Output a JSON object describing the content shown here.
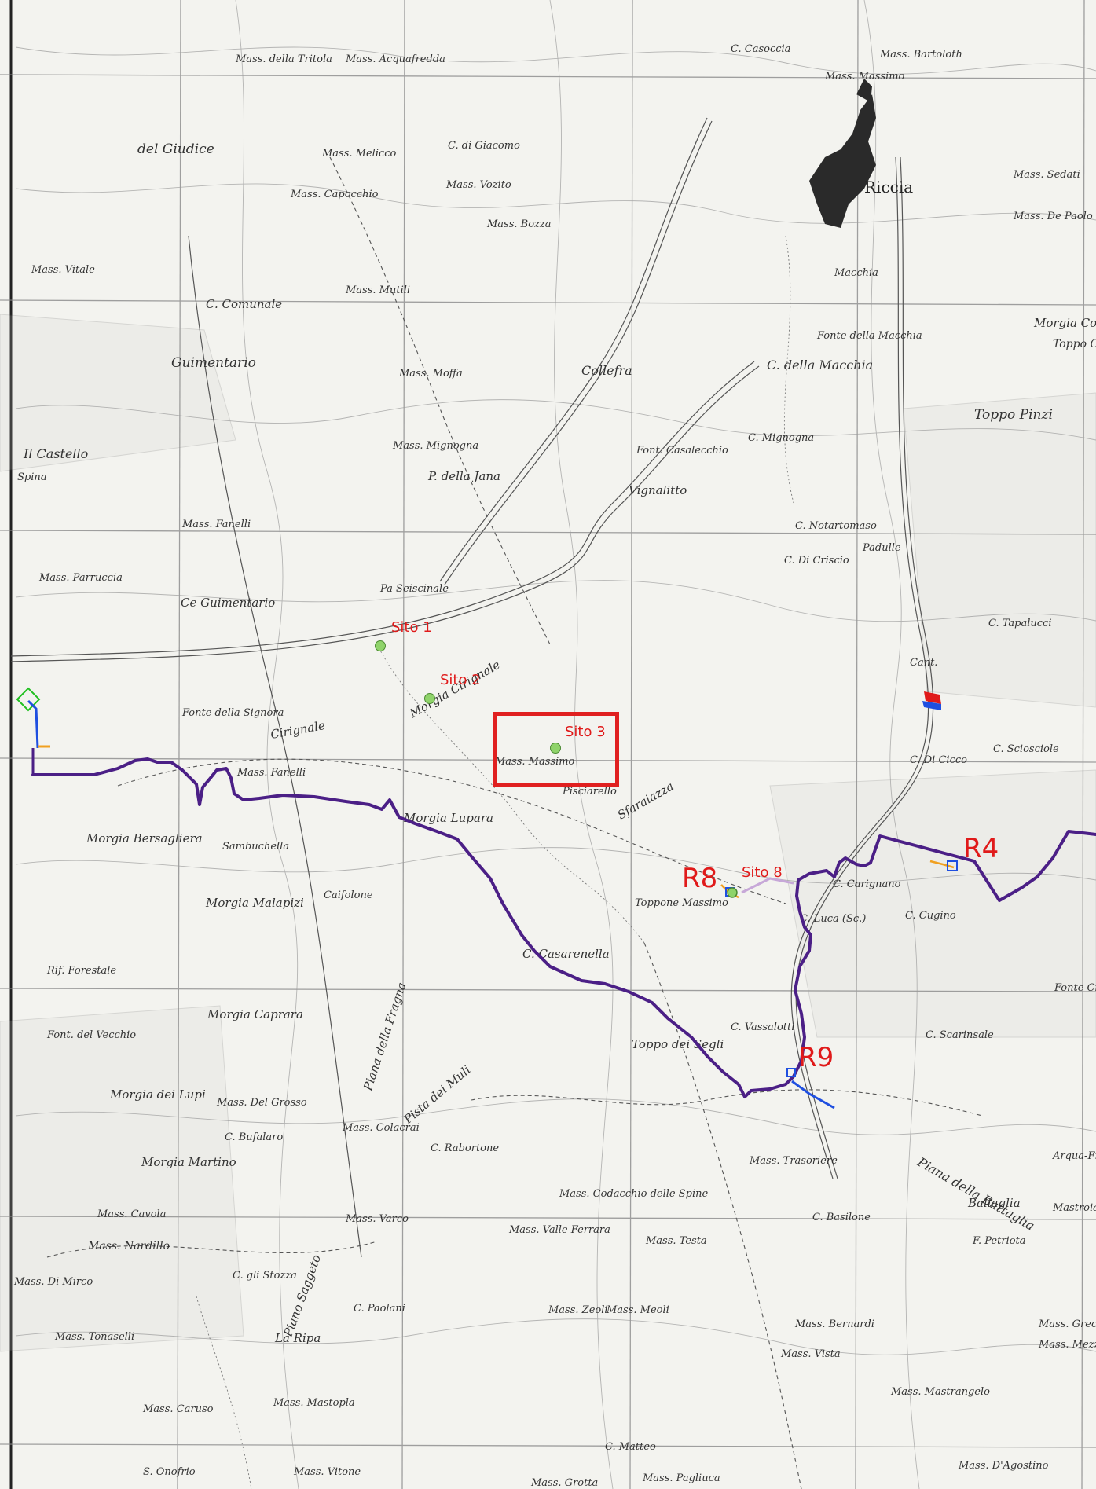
{
  "map": {
    "town": "Riccia",
    "place_names": [
      "Mass. Acquafredda",
      "Mass. della Tritola",
      "C. di Giacomo",
      "Mass. Melicco",
      "del Giudice",
      "Mass. Capocchio",
      "Mass. Vozito",
      "Mass. Bozza",
      "Mass. Mutili",
      "C. Comunale",
      "Guimentario",
      "Mass. Moffa",
      "Mass. Mignogna",
      "Collefra",
      "C. della Macchia",
      "C. Mignogna",
      "Toppo Pinzi",
      "Mass. Vitale",
      "C. Casoccia",
      "Mass. Massimo",
      "Mass. Bartoloth",
      "Mass. Sedati",
      "Mass. De Paolo",
      "Morgia Co",
      "Toppo C",
      "Il Castello",
      "Spina",
      "Mass. Fanelli",
      "Mass. Parruccia",
      "Ce Guimentario",
      "P. della Jana",
      "Vignalitto",
      "C. Di Criscio",
      "C. Notartomaso",
      "Pa Seiscinale",
      "Font. Casalecchio",
      "Fonte della Macchia",
      "Padulle",
      "C. Tapalucci",
      "Cant.",
      "C. Sciosciole",
      "C. Di Cicco",
      "Mass. Fanelli",
      "Morgia Lupara",
      "Mass. Massimo",
      "Morgia Bersagliera",
      "Sambuchella",
      "Morgia Malapizi",
      "Caifolone",
      "Toppone Massimo",
      "C. Carignano",
      "C. Luca (Sc.)",
      "C. Cugino",
      "C. Casarenella",
      "Rif. Forestale",
      "Morgia Caprara",
      "Font. del Vecchio",
      "C. Vassalotti",
      "Toppo dei Segli",
      "C. Scarinsale",
      "Morgia dei Lupi",
      "Mass. Del Grosso",
      "C. Bufalaro",
      "Morgia Martino",
      "Mass. Colacrai",
      "C. Rabortone",
      "Mass. Trasoriere",
      "C. Basilone",
      "Ballaglia",
      "Mass. Cavola",
      "Mass. Nardillo",
      "C. gli Stozza",
      "Mass. Varco",
      "Mass. Codacchio delle Spine",
      "Mass. Valle Ferrara",
      "Mass. Testa",
      "F. Petriota",
      "Mass. Bernardi",
      "Mass. Greco",
      "Mass. Di Mirco",
      "C. Paolani",
      "Mass. Tonaselli",
      "La Ripa",
      "Mass. Zeoli",
      "Mass. Meoli",
      "Mass. Vista",
      "Mass. Mezzo",
      "Mass. Mastrangelo",
      "Mass. D'Agostino",
      "Mass. Caruso",
      "Mass. Mastopla",
      "S. Onofrio",
      "C. Matteo",
      "Mass. Vitone",
      "Mass. Pagliuca",
      "Mass. Grotta",
      "Fonte della Signora",
      "Piana della Fragna",
      "Pista dei Muli",
      "Piano Saggeto",
      "Cirignale",
      "Morgia Cirignale",
      "Pisciarello",
      "Sfaraiazza",
      "Piana della Battaglia",
      "Macchia",
      "Fonte Ciponcello",
      "Mastroia",
      "Arqua-Fr"
    ]
  },
  "sites": [
    {
      "id": "site-1",
      "label": "Sito 1"
    },
    {
      "id": "site-2",
      "label": "Sito 2"
    },
    {
      "id": "site-3",
      "label": "Sito 3"
    },
    {
      "id": "site-8",
      "label": "Sito 8"
    }
  ],
  "receptors": [
    {
      "id": "r8",
      "label": "R8"
    },
    {
      "id": "r4",
      "label": "R4"
    },
    {
      "id": "r9",
      "label": "R9"
    }
  ],
  "colors": {
    "route": "#4b1f86",
    "site_marker": "#8fd36a",
    "labels": "#e01a1a",
    "focus_box": "#e02020",
    "branch_blue": "#1f4fe0",
    "branch_orange": "#f0a020",
    "marker_green": "#21c021"
  }
}
